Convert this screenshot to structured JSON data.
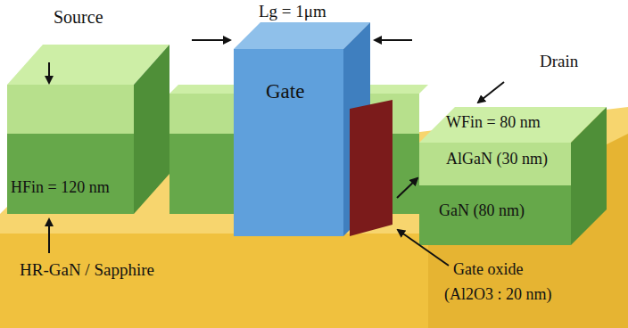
{
  "diagram": {
    "labels": [
      "Source",
      "Lg = 1μm",
      "Drain",
      "Gate",
      "WFin = 80 nm",
      "AlGaN (30 nm)",
      "HFin = 120 nm",
      "GaN (80 nm)",
      "Gate oxide",
      "(Al2O3 : 20 nm)",
      "HR-GaN / Sapphire"
    ]
  }
}
